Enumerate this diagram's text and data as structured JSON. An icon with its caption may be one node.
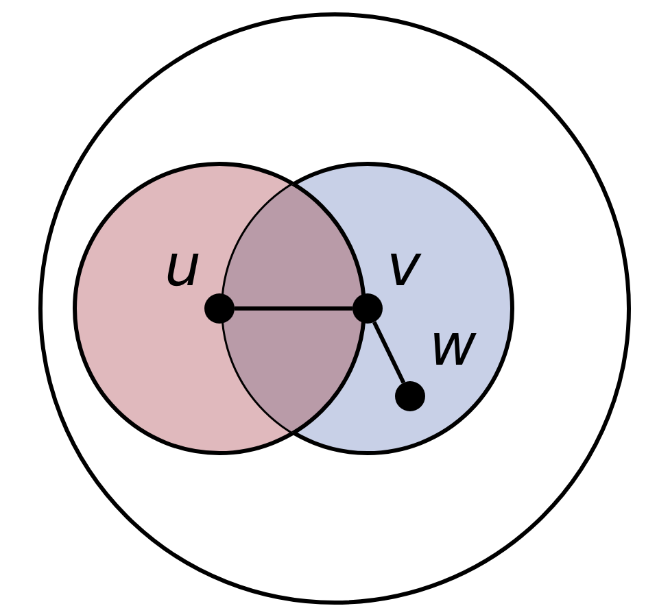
{
  "diagram": {
    "nodes": [
      {
        "text": [],
        "shape": "circle"
      },
      {
        "text": [],
        "shape": "circle",
        "in": 0
      },
      {
        "text": [],
        "shape": "circle",
        "in": 0
      },
      {
        "text": [],
        "shape": "circle",
        "beside": [
          "u"
        ],
        "in": 1
      },
      {
        "text": [],
        "shape": "circle",
        "beside": [
          "v"
        ],
        "in": 2
      },
      {
        "text": [],
        "shape": "circle",
        "beside": [
          "w"
        ],
        "in": 2
      }
    ],
    "edges": [
      {
        "from": 3,
        "to": 4,
        "arrow": "none"
      },
      {
        "from": 4,
        "to": 5,
        "arrow": "none"
      }
    ]
  }
}
